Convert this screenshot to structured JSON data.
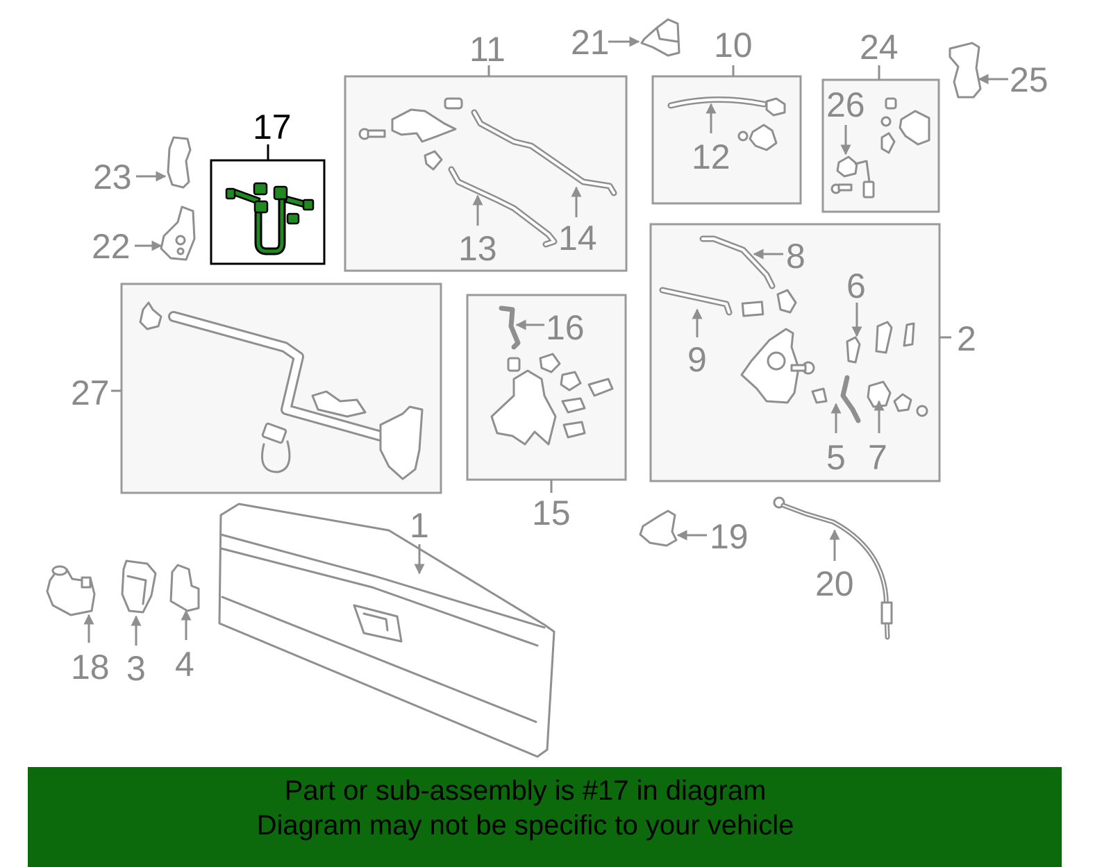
{
  "diagram": {
    "callouts": {
      "c1": "1",
      "c2": "2",
      "c3": "3",
      "c4": "4",
      "c5": "5",
      "c6": "6",
      "c7": "7",
      "c8": "8",
      "c9": "9",
      "c10": "10",
      "c11": "11",
      "c12": "12",
      "c13": "13",
      "c14": "14",
      "c15": "15",
      "c16": "16",
      "c17": "17",
      "c18": "18",
      "c19": "19",
      "c20": "20",
      "c21": "21",
      "c22": "22",
      "c23": "23",
      "c24": "24",
      "c25": "25",
      "c26": "26",
      "c27": "27"
    },
    "highlighted_part": "17",
    "colors": {
      "highlight": "#1f8a1f",
      "banner": "#0c6a0c",
      "line_art": "#8f8f8f"
    }
  },
  "banner": {
    "line1": "Part or sub-assembly is #17 in diagram",
    "line2": "Diagram may not be specific to your vehicle"
  }
}
